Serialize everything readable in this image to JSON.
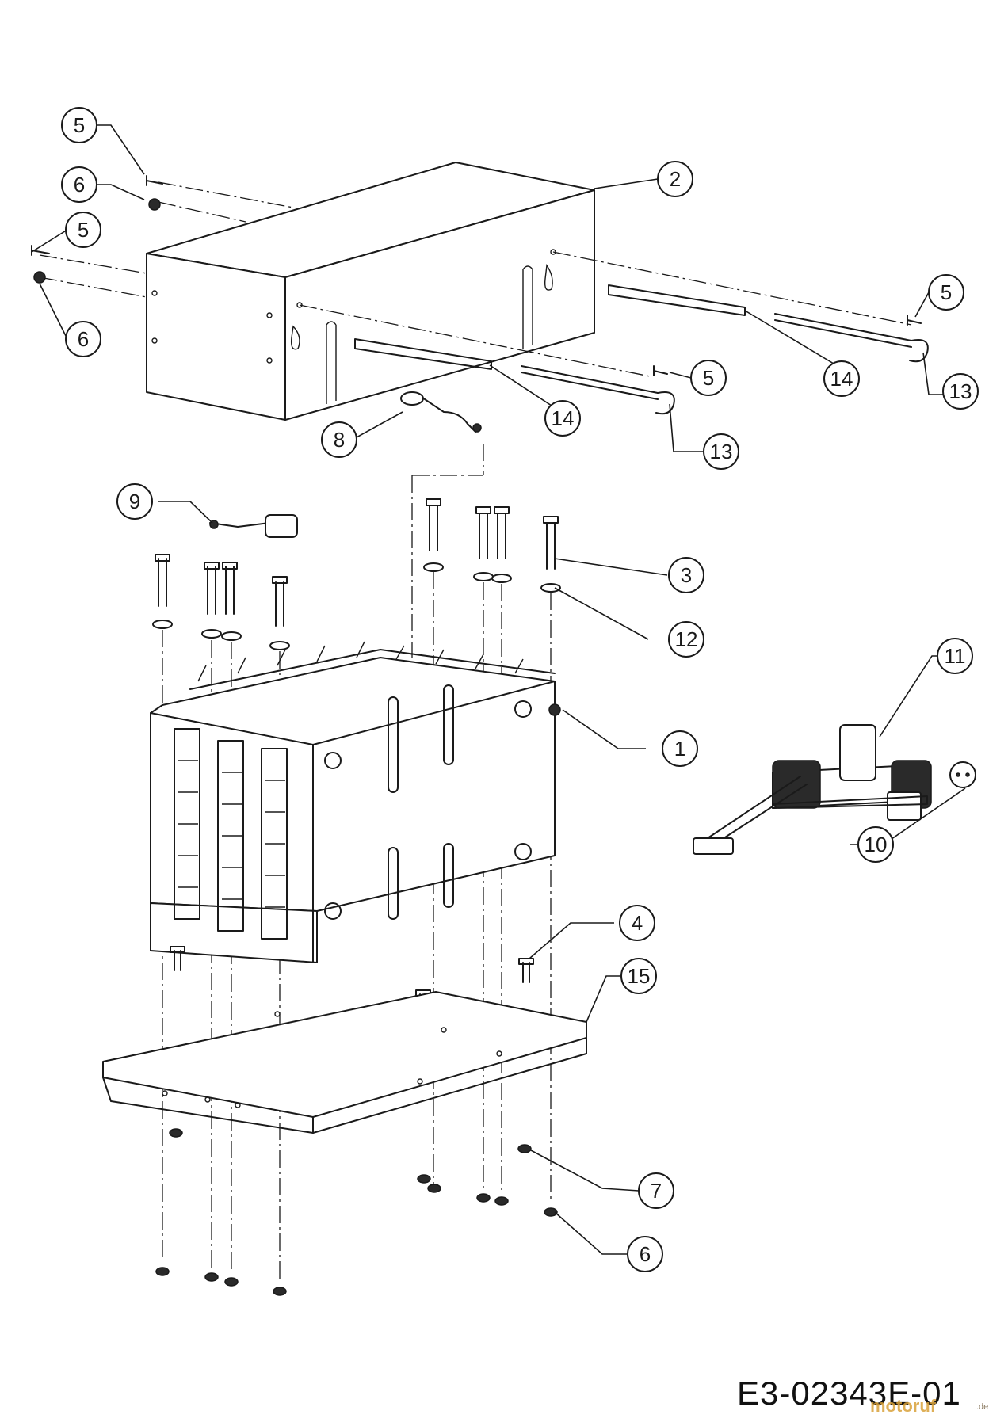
{
  "diagram": {
    "drawing_code": "E3-02343E-01",
    "watermark": "motoruf",
    "watermark_suffix": ".de",
    "callouts": [
      "1",
      "2",
      "3",
      "4",
      "5",
      "6",
      "7",
      "8",
      "9",
      "10",
      "11",
      "12",
      "13",
      "14",
      "15"
    ],
    "parts": {
      "cover": "2",
      "battery_frame": "1",
      "base_plate": "15",
      "charger_unit": "11",
      "plug": "10",
      "long_bolts": "3",
      "short_bolts": "4",
      "screws": "5",
      "nuts": "6",
      "flange_nuts": "7",
      "cable_front": "8",
      "cable_rear": "9",
      "washers": "12",
      "hooks": "13",
      "rods": "14"
    }
  }
}
